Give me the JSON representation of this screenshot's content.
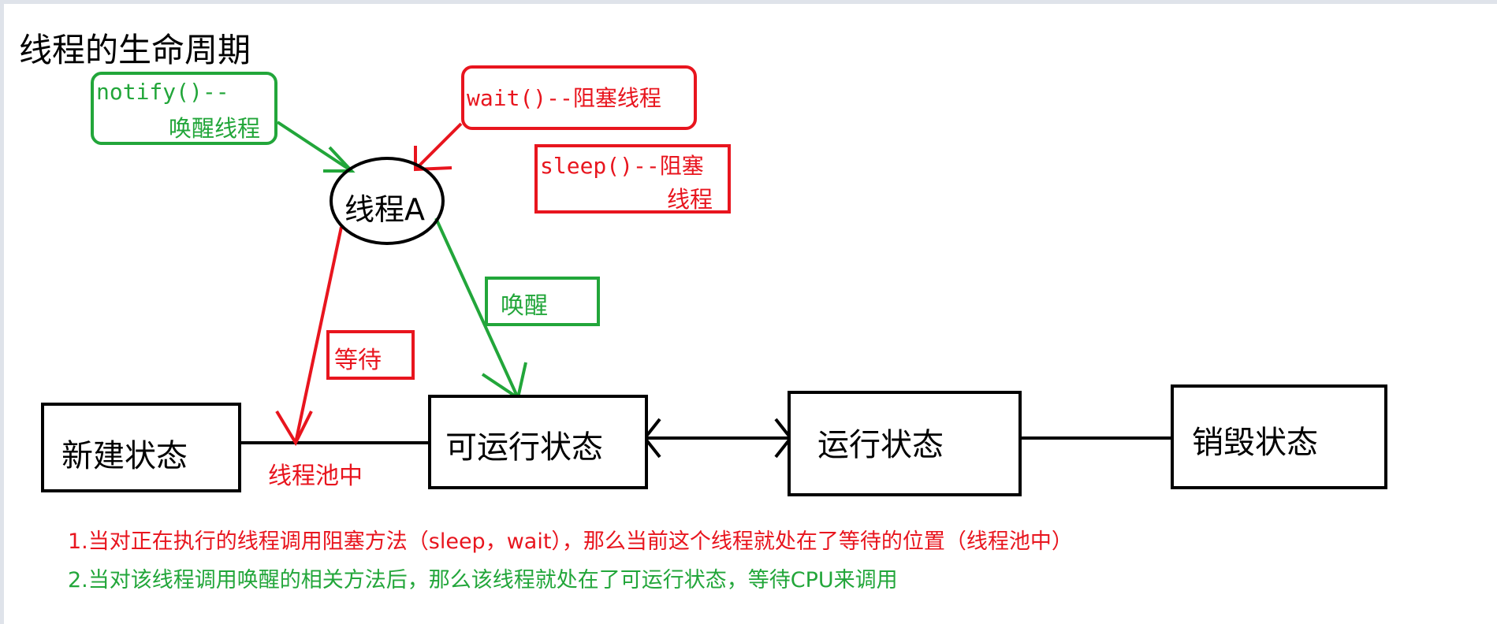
{
  "title": "线程的生命周期",
  "thread": {
    "label": "线程A"
  },
  "callouts": {
    "notify_line1": "notify()--",
    "notify_line2": "唤醒线程",
    "wait": "wait()--阻塞线程",
    "sleep_line1": "sleep()--阻塞",
    "sleep_line2": "线程",
    "wake": "唤醒",
    "wait_short": "等待",
    "pool": "线程池中"
  },
  "states": {
    "new": "新建状态",
    "runnable": "可运行状态",
    "running": "运行状态",
    "destroyed": "销毁状态"
  },
  "notes": [
    "1.当对正在执行的线程调用阻塞方法（sleep，wait），那么当前这个线程就处在了等待的位置（线程池中）",
    "2.当对该线程调用唤醒的相关方法后，那么该线程就处在了可运行状态，等待CPU来调用"
  ],
  "colors": {
    "red": "#e8151e",
    "green": "#22a63a",
    "black": "#000000"
  }
}
